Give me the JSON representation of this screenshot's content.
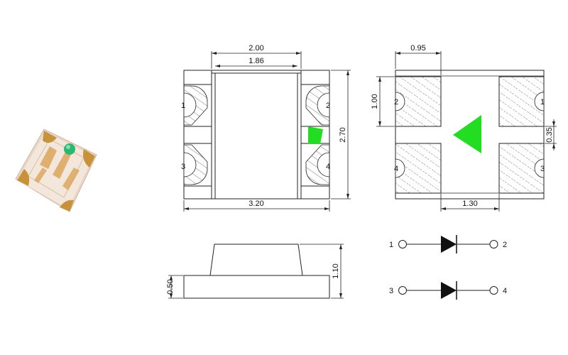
{
  "top_view": {
    "width_outer": "2.00",
    "width_inner": "1.86",
    "height": "2.70",
    "length": "3.20",
    "pins": [
      "1",
      "2",
      "3",
      "4"
    ]
  },
  "bottom_view": {
    "pad_width": "0.95",
    "pad_height": "1.00",
    "pad_gap": "0.35",
    "pad_spacing": "1.30",
    "pins": [
      "2",
      "1",
      "4",
      "3"
    ]
  },
  "side_view": {
    "base_height": "0.50",
    "total_height": "1.10"
  },
  "schematic": {
    "diode_a": {
      "anode": "1",
      "cathode": "2"
    },
    "diode_b": {
      "anode": "3",
      "cathode": "4"
    }
  },
  "colors": {
    "polarity_mark": "#22dd22",
    "led_green": "#2bb673",
    "pad_gold": "#c8923c",
    "body_translucent": "#f0e2d6"
  },
  "icons": [
    "led-photo-icon",
    "polarity-triangle-icon",
    "polarity-square-icon",
    "diode-icon"
  ]
}
